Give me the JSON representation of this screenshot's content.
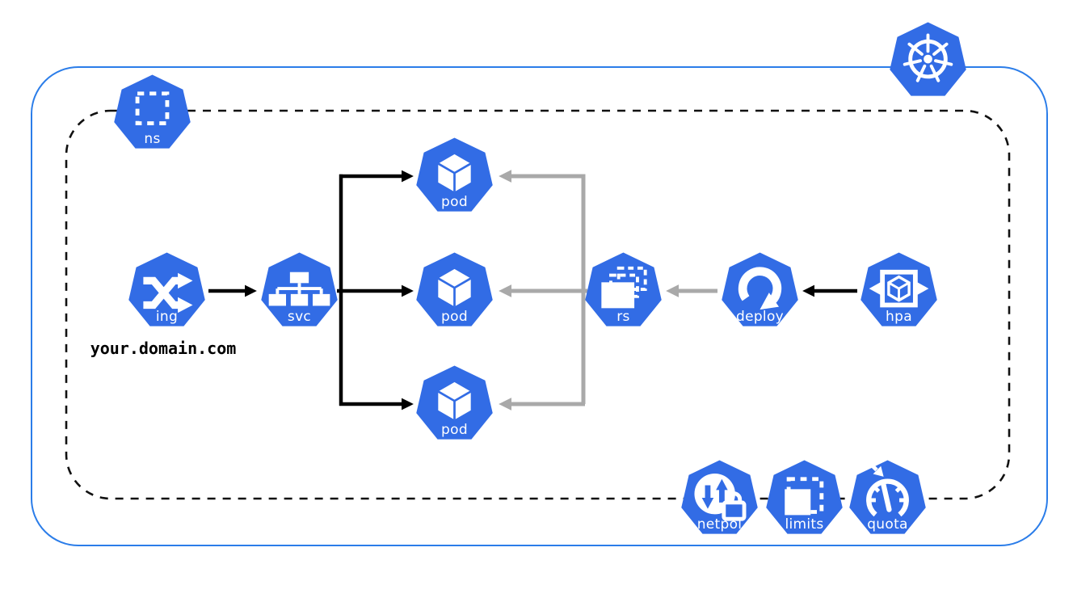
{
  "diagram": {
    "description": "Kubernetes cluster namespace diagram"
  },
  "colors": {
    "kubernetes_blue": "#326CE5",
    "cluster_border": "#2B7DE9",
    "namespace_border": "#111111",
    "arrow_black": "#000000",
    "arrow_gray": "#A9A9A9",
    "glyph_white": "#FFFFFF"
  },
  "nodes": {
    "kubernetes_logo": {
      "icon": "kubernetes-helm-wheel-icon"
    },
    "namespace": {
      "label": "ns",
      "icon": "dashed-square-icon"
    },
    "ingress": {
      "label": "ing",
      "icon": "crossing-arrows-icon",
      "annotation": "your.domain.com"
    },
    "service": {
      "label": "svc",
      "icon": "tree-hierarchy-icon"
    },
    "pods": [
      {
        "label": "pod",
        "icon": "cube-icon"
      },
      {
        "label": "pod",
        "icon": "cube-icon"
      },
      {
        "label": "pod",
        "icon": "cube-icon"
      }
    ],
    "replicaset": {
      "label": "rs",
      "icon": "stacked-rectangles-icon"
    },
    "deployment": {
      "label": "deploy",
      "icon": "circular-arrow-icon"
    },
    "hpa": {
      "label": "hpa",
      "icon": "scaling-cube-icon"
    },
    "netpol": {
      "label": "netpol",
      "icon": "traffic-lock-icon"
    },
    "limits": {
      "label": "limits",
      "icon": "bounded-square-icon"
    },
    "quota": {
      "label": "quota",
      "icon": "gauge-icon"
    }
  },
  "edges": [
    {
      "from": "ingress",
      "to": "service",
      "style": "black"
    },
    {
      "from": "service",
      "to": "pod-1",
      "style": "black"
    },
    {
      "from": "service",
      "to": "pod-2",
      "style": "black"
    },
    {
      "from": "service",
      "to": "pod-3",
      "style": "black"
    },
    {
      "from": "replicaset",
      "to": "pod-1",
      "style": "gray"
    },
    {
      "from": "replicaset",
      "to": "pod-2",
      "style": "gray"
    },
    {
      "from": "replicaset",
      "to": "pod-3",
      "style": "gray"
    },
    {
      "from": "deployment",
      "to": "replicaset",
      "style": "gray"
    },
    {
      "from": "hpa",
      "to": "deployment",
      "style": "black"
    }
  ]
}
